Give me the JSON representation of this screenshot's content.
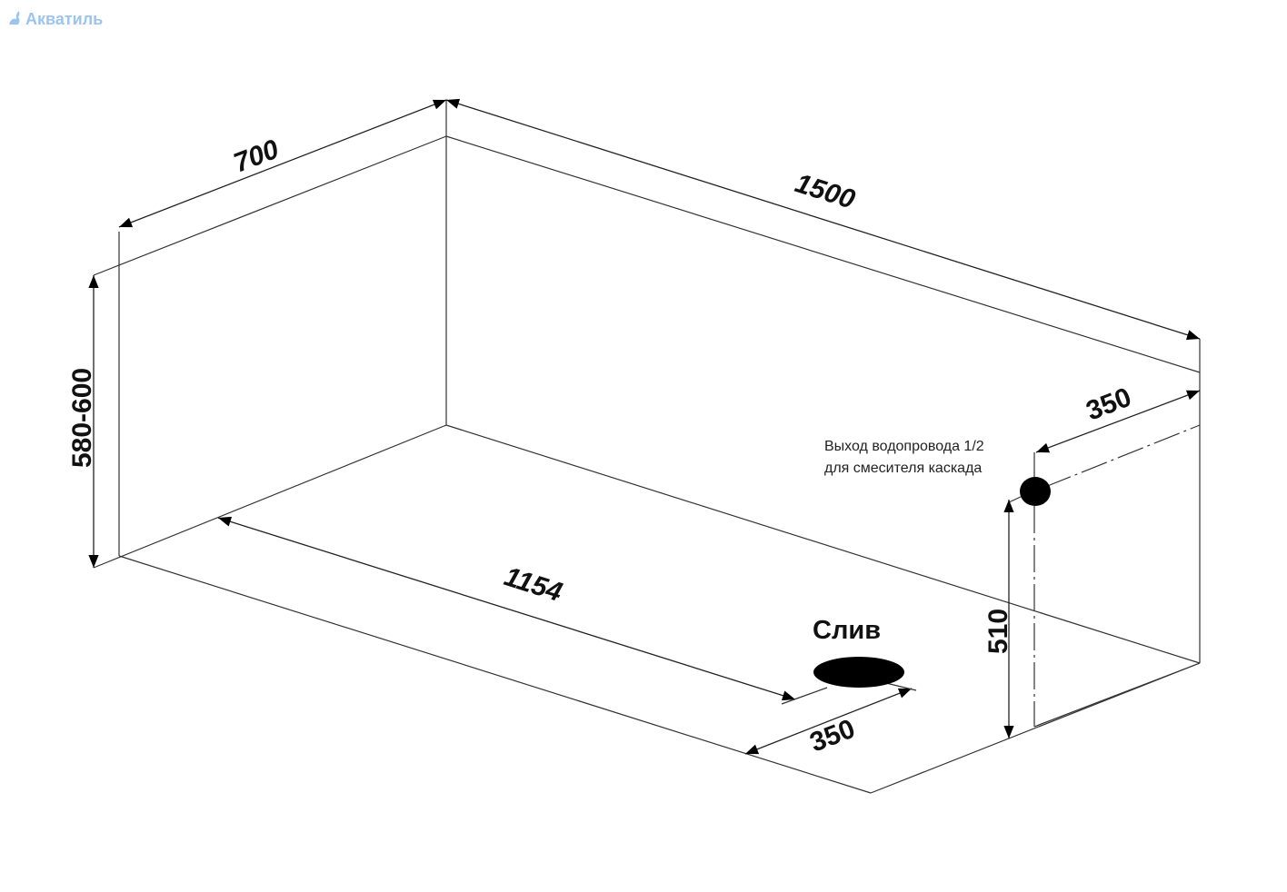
{
  "logo": {
    "text": "Акватиль",
    "icon": "swan-icon",
    "color": "#9cc4ee"
  },
  "dimensions": {
    "width": "700",
    "length": "1500",
    "height": "580-600",
    "drain_offset_length": "1154",
    "drain_offset_width": "350",
    "pipe_offset_width": "350",
    "pipe_height": "510"
  },
  "labels": {
    "drain": "Слив",
    "pipe_note_line1": "Выход водопровода 1/2",
    "pipe_note_line2": "для смесителя каскада"
  }
}
